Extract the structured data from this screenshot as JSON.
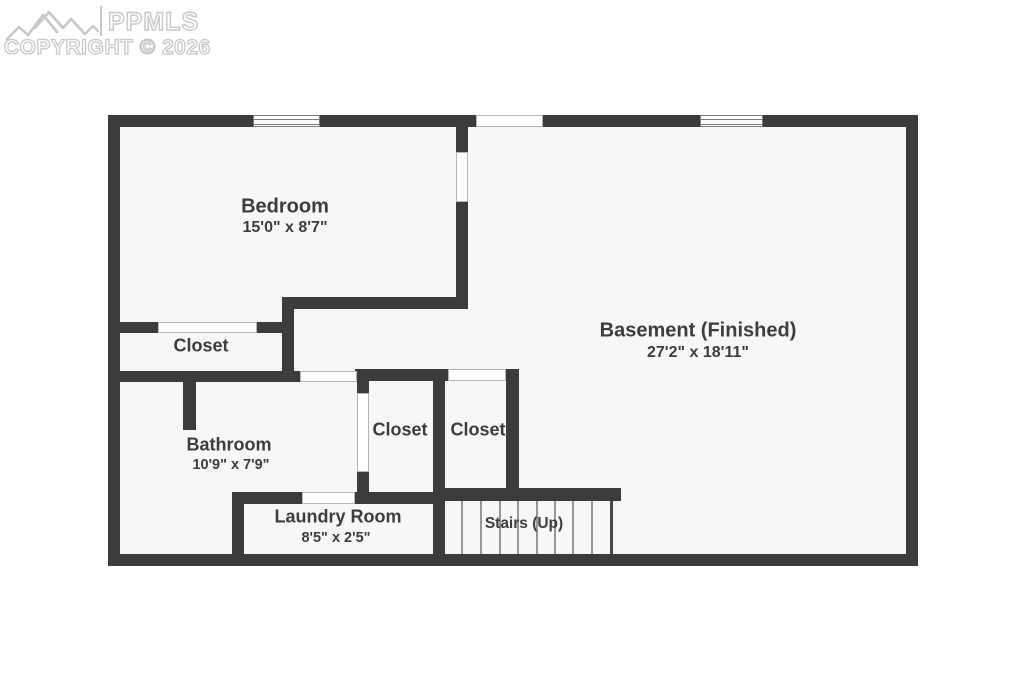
{
  "watermark": {
    "brand": "PPMLS",
    "copyright": "COPYRIGHT © 2026"
  },
  "rooms": {
    "bedroom": {
      "name": "Bedroom",
      "dims": "15'0\" x 8'7\""
    },
    "closet_bedroom": {
      "name": "Closet"
    },
    "basement": {
      "name": "Basement (Finished)",
      "dims": "27'2\" x 18'11\""
    },
    "bathroom": {
      "name": "Bathroom",
      "dims": "10'9\" x 7'9\""
    },
    "closet_mid_left": {
      "name": "Closet"
    },
    "closet_mid_right": {
      "name": "Closet"
    },
    "laundry": {
      "name": "Laundry Room",
      "dims": "8'5\" x 2'5\""
    },
    "stairs": {
      "name": "Stairs (Up)"
    }
  },
  "features": {
    "windows": [
      "bedroom-window",
      "basement-window"
    ],
    "openings": [
      "top-wall-opening",
      "bedroom-door",
      "bedroom-closet-door",
      "hall-entry",
      "closet-left-door",
      "closet-right-door",
      "laundry-door"
    ]
  },
  "colors": {
    "wall": "#3b3b3b",
    "floor": "#f7f7f7",
    "background": "#ffffff",
    "label": "#3d3d3d",
    "opening_line": "#b5b5b5",
    "window_line": "#7d7d7d",
    "tread_line": "#979797",
    "watermark_outline": "#c9c9c9"
  }
}
